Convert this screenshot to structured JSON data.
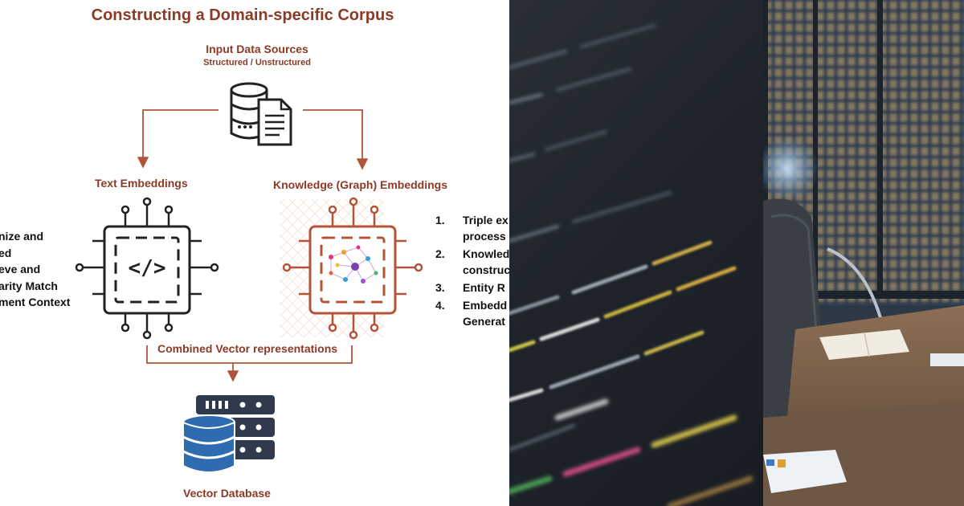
{
  "diagram": {
    "title": "Constructing a Domain-specific Corpus",
    "input_title": "Input Data Sources",
    "input_subtitle": "Structured / Unstructured",
    "text_embeddings_label": "Text Embeddings",
    "kg_embeddings_label": "Knowledge (Graph) Embeddings",
    "combined_label": "Combined Vector representations",
    "vector_db_label": "Vector Database",
    "code_glyph": "</>",
    "left_list": [
      "nize and",
      "ed",
      "eve and",
      "arity Match",
      "ment Context"
    ],
    "steps": [
      {
        "num": "1.",
        "text": "Triple ex\nprocess"
      },
      {
        "num": "2.",
        "text": "Knowled\nconstruc"
      },
      {
        "num": "3.",
        "text": "Entity R"
      },
      {
        "num": "4.",
        "text": "Embedd\nGenerat"
      }
    ],
    "colors": {
      "accent": "#8b3a25",
      "arrow": "#b0553a",
      "chip": "#222222",
      "db_blue": "#2e6bb0",
      "db_dark": "#2f3b4c"
    }
  },
  "icons": {
    "data_sources": "database-and-document-icon",
    "text_chip": "code-chip-icon",
    "kg_chip": "knowledge-graph-chip-icon",
    "vector_db": "server-database-icon"
  },
  "photos": {
    "middle": "blurred-code-editor-photo",
    "right": "office-desk-city-window-photo"
  }
}
